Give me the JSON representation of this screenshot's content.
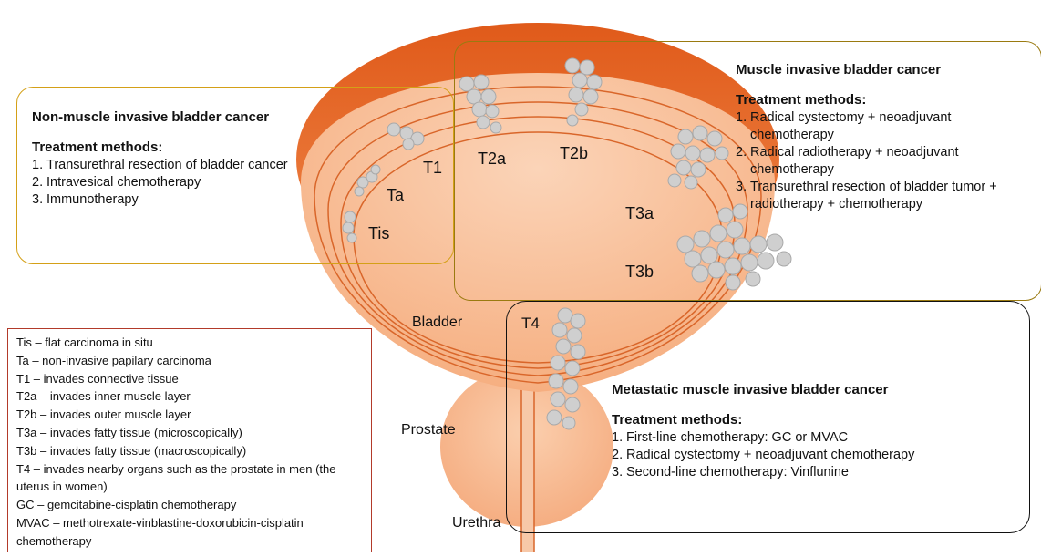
{
  "colors": {
    "bladder_outer": "#e97030",
    "bladder_fill": "#f6b48a",
    "bladder_lines": "#d9662a",
    "tumor": "#c8c8c8",
    "nmibc_border": "#d4a017",
    "mibc_border": "#9a7a10",
    "metastatic_border": "#111111",
    "legend_border": "#b23a2a"
  },
  "stage_labels": {
    "tis": "Tis",
    "ta": "Ta",
    "t1": "T1",
    "t2a": "T2a",
    "t2b": "T2b",
    "t3a": "T3a",
    "t3b": "T3b",
    "t4": "T4"
  },
  "organ_labels": {
    "bladder": "Bladder",
    "prostate": "Prostate",
    "urethra": "Urethra"
  },
  "nmibc": {
    "title": "Non-muscle invasive bladder cancer",
    "treatment_heading": "Treatment methods:",
    "items": [
      {
        "num": "1.",
        "text": "Transurethral resection of bladder cancer"
      },
      {
        "num": "2.",
        "text": "Intravesical chemotherapy"
      },
      {
        "num": "3.",
        "text": "Immunotherapy"
      }
    ]
  },
  "mibc": {
    "title": "Muscle invasive bladder cancer",
    "treatment_heading": "Treatment methods:",
    "items": [
      {
        "num": "1.",
        "text": "Radical cystectomy + neoadjuvant chemotherapy"
      },
      {
        "num": "2.",
        "text": "Radical radiotherapy + neoadjuvant chemotherapy"
      },
      {
        "num": "3.",
        "text": "Transurethral resection of bladder tumor + radiotherapy + chemotherapy"
      }
    ]
  },
  "metastatic": {
    "title": "Metastatic muscle invasive bladder cancer",
    "treatment_heading": "Treatment methods:",
    "items": [
      {
        "num": "1.",
        "text": "First-line chemotherapy: GC or MVAC"
      },
      {
        "num": "2.",
        "text": "Radical cystectomy + neoadjuvant chemotherapy"
      },
      {
        "num": "3.",
        "text": "Second-line chemotherapy: Vinflunine"
      }
    ]
  },
  "legend": [
    "Tis – flat carcinoma in situ",
    "Ta – non-invasive papilary carcinoma",
    "T1 – invades connective tissue",
    "T2a – invades inner muscle layer",
    "T2b – invades outer muscle layer",
    "T3a – invades fatty tissue (microscopically)",
    "T3b – invades fatty tissue (macroscopically)",
    "T4 – invades nearby organs such as the prostate in men (the uterus in women)",
    "GC – gemcitabine-cisplatin chemotherapy",
    "MVAC – methotrexate-vinblastine-doxorubicin-cisplatin chemotherapy"
  ]
}
